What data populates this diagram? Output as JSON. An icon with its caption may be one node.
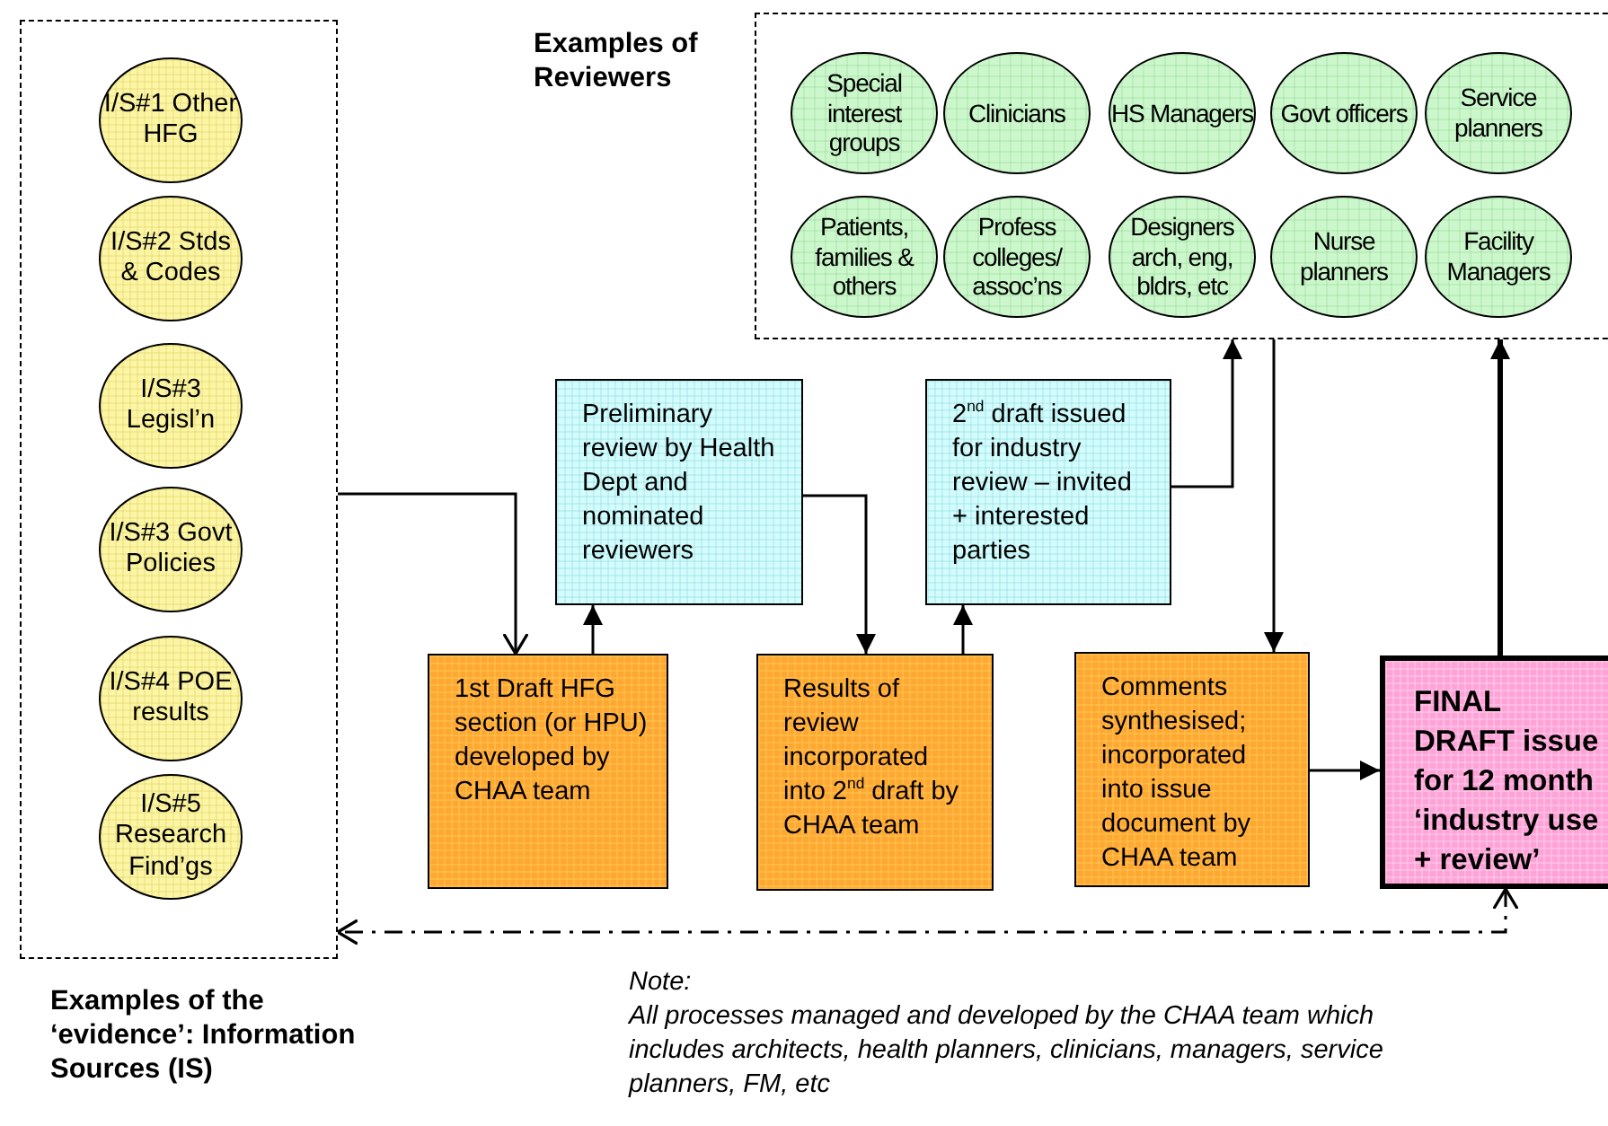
{
  "diagram": {
    "nodes": [
      {
        "text": [
          "Examples of the ‘evidence’: Information Sources (IS)"
        ]
      },
      {
        "text": [
          "I/S#1 Other HFG"
        ],
        "in": 0
      },
      {
        "text": [
          "I/S#2 Stds & Codes"
        ],
        "in": 0
      },
      {
        "text": [
          "I/S#3 Legisl’n"
        ],
        "in": 0
      },
      {
        "text": [
          "I/S#3 Govt Policies"
        ],
        "in": 0
      },
      {
        "text": [
          "I/S#4 POE results"
        ],
        "in": 0
      },
      {
        "text": [
          "I/S#5 Research Find’gs"
        ],
        "in": 0
      },
      {
        "text": [
          "Examples of Reviewers"
        ]
      },
      {
        "text": [
          "Special interest groups"
        ],
        "in": 7
      },
      {
        "text": [
          "Clinicians"
        ],
        "in": 7
      },
      {
        "text": [
          "HS Managers"
        ],
        "in": 7
      },
      {
        "text": [
          "Govt officers"
        ],
        "in": 7
      },
      {
        "text": [
          "Service planners"
        ],
        "in": 7
      },
      {
        "text": [
          "Patients, families & others"
        ],
        "in": 7
      },
      {
        "text": [
          "Profess colleges/ assoc’ns"
        ],
        "in": 7
      },
      {
        "text": [
          "Designers arch, eng, bldrs, etc"
        ],
        "in": 7
      },
      {
        "text": [
          "Nurse planners"
        ],
        "in": 7
      },
      {
        "text": [
          "Facility Managers"
        ],
        "in": 7
      },
      {
        "text": [
          "1st Draft HFG section (or HPU) developed by CHAA team"
        ]
      },
      {
        "text": [
          "Preliminary review by Health Dept and nominated reviewers"
        ]
      },
      {
        "text": [
          "Results of review incorporated into 2$^{nd}$ draft by CHAA team"
        ]
      },
      {
        "text": [
          "2$^{nd}$ draft issued for industry review – invited + interested parties"
        ]
      },
      {
        "text": [
          "Comments synthesised; incorporated into issue document by CHAA team"
        ]
      },
      {
        "text": [
          "FINAL DRAFT issue for 12 month ‘industry use + review’"
        ]
      }
    ],
    "edges": [
      {
        "from": 0,
        "to": 18,
        "arrow": "to"
      },
      {
        "from": 18,
        "to": 19,
        "arrow": "to"
      },
      {
        "from": 19,
        "to": 20,
        "arrow": "to"
      },
      {
        "from": 20,
        "to": 21,
        "arrow": "to"
      },
      {
        "from": 21,
        "to": 7,
        "arrow": "to"
      },
      {
        "from": 7,
        "to": 22,
        "arrow": "to"
      },
      {
        "from": 22,
        "to": 23,
        "arrow": "to"
      },
      {
        "from": 23,
        "to": 7,
        "arrow": "to",
        "style": "thick"
      },
      {
        "from": 23,
        "to": 0,
        "arrow": "both",
        "style": "dashed"
      }
    ],
    "labels": [
      "Note:",
      "All processes managed and developed by the CHAA team which includes architects, health planners, clinicians, managers, service planners, FM, etc"
    ]
  }
}
